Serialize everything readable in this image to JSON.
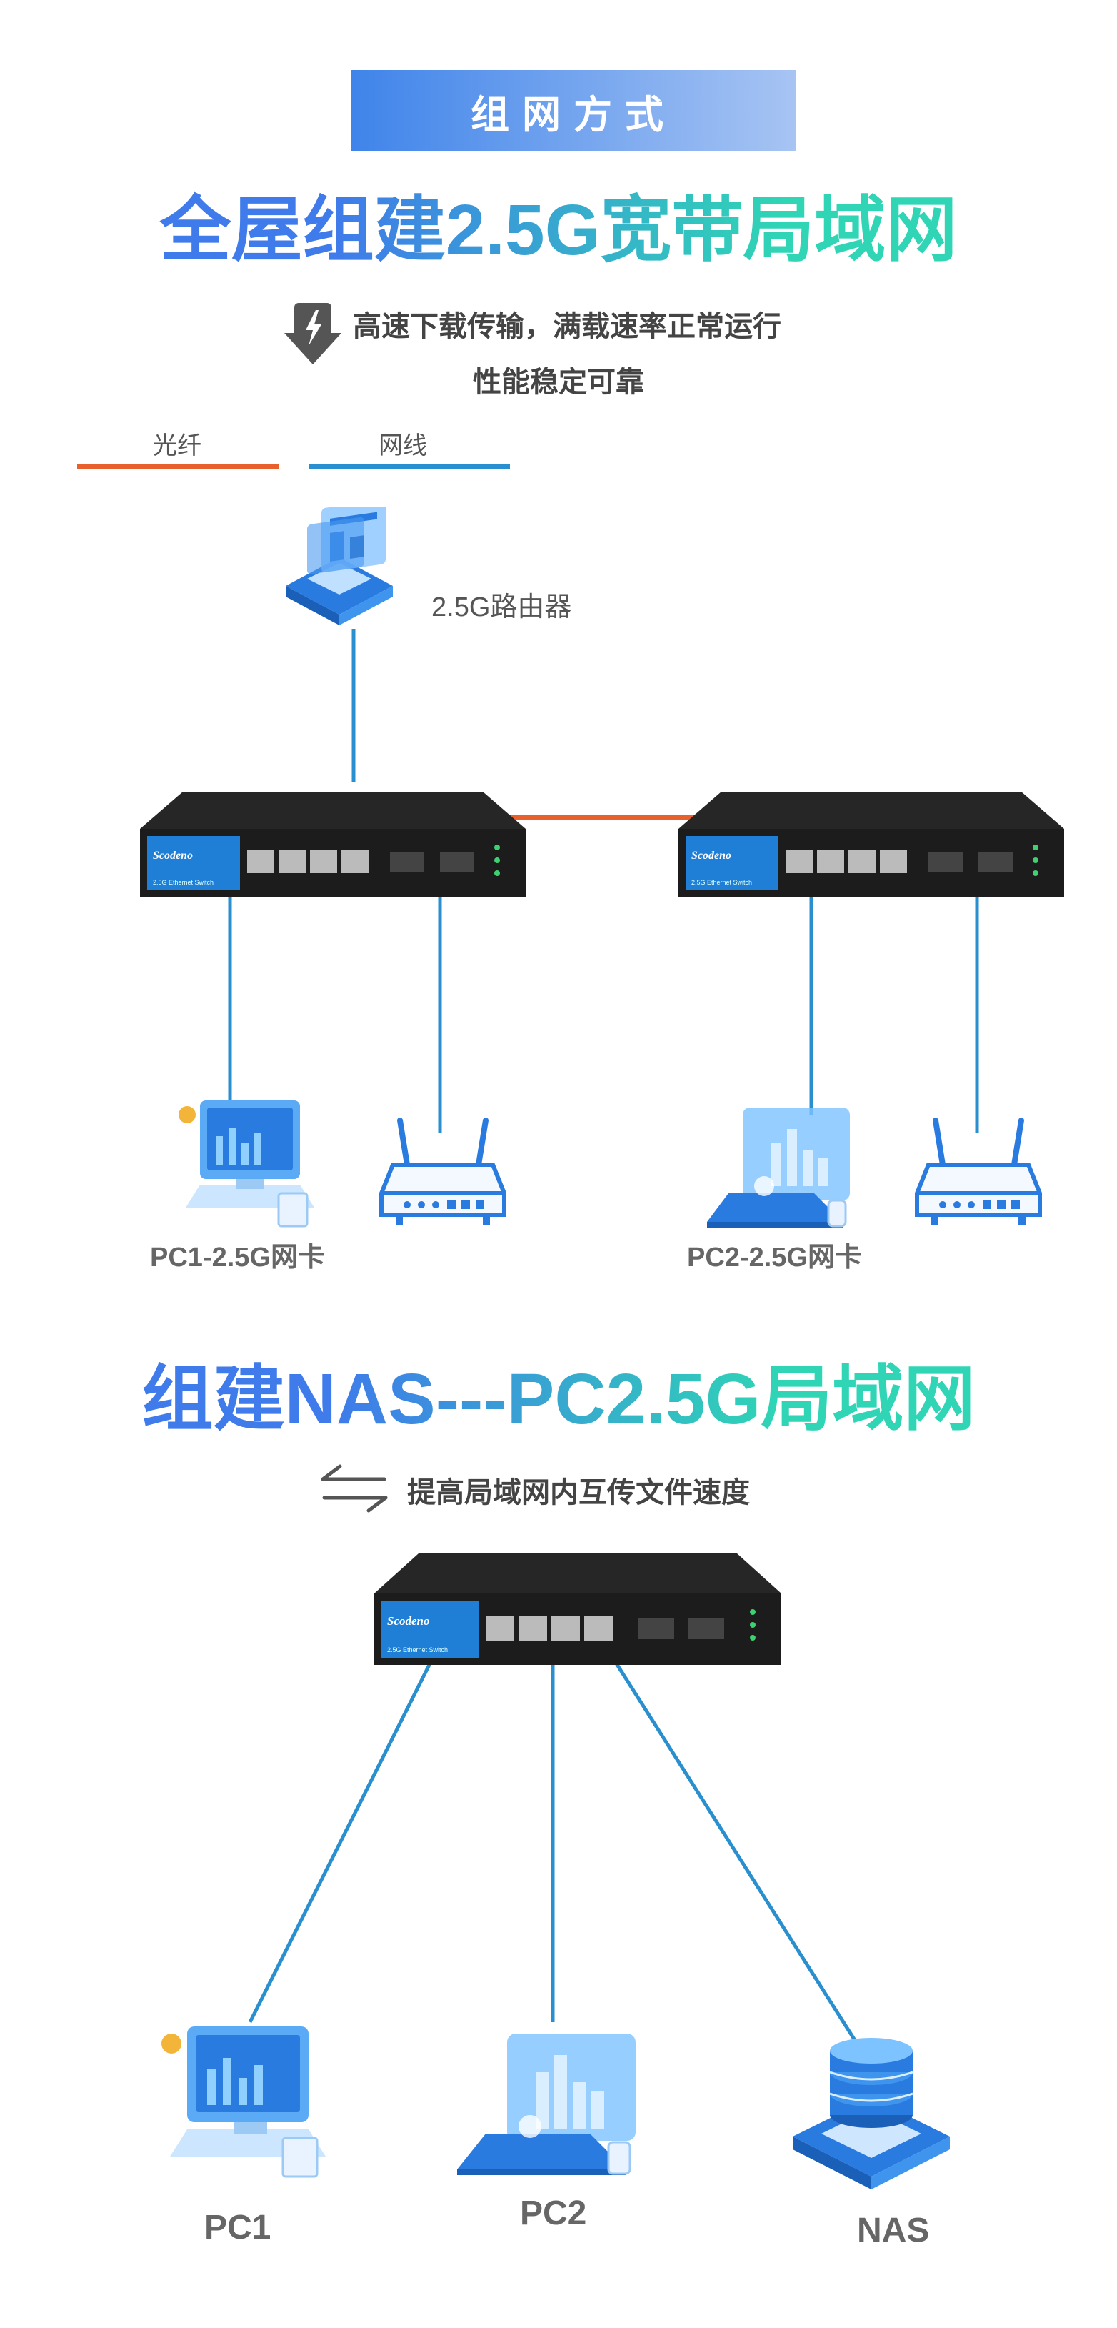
{
  "badge": {
    "label": "组网方式"
  },
  "section1": {
    "headline": "全屋组建2.5G宽带局域网",
    "desc_line1": "高速下载传输，满载速率正常运行",
    "desc_line2": "性能稳定可靠",
    "legend": {
      "fiber_label": "光纤",
      "cable_label": "网线",
      "fiber_color": "#e8602c",
      "cable_color": "#2a8fcf"
    },
    "router_label": "2.5G路由器",
    "pc1_label": "PC1-2.5G网卡",
    "pc2_label": "PC2-2.5G网卡"
  },
  "section2": {
    "headline": "组建NAS---PC2.5G局域网",
    "desc": "提高局域网内互传文件速度",
    "pc1_label": "PC1",
    "pc2_label": "PC2",
    "nas_label": "NAS"
  },
  "switch": {
    "brand": "Scodeno",
    "model_text": "2.5G Ethernet Switch"
  },
  "icons": {
    "download": "download-bolt-icon",
    "transfer": "transfer-arrows-icon",
    "router": "router-icon",
    "wifi_router": "wifi-router-icon",
    "computer": "computer-icon",
    "laptop": "laptop-icon",
    "nas": "nas-icon"
  }
}
